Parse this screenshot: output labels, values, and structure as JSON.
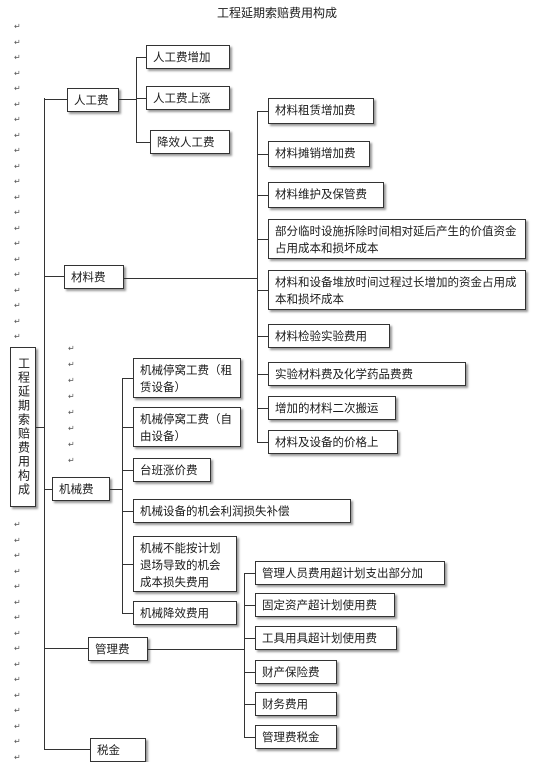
{
  "title": "工程延期索赔费用构成",
  "root": "工程延期索赔费用构成",
  "categories": {
    "labor": "人工费",
    "material": "材料费",
    "machine": "机械费",
    "management": "管理费",
    "tax": "税金"
  },
  "labor_items": [
    "人工费增加",
    "人工费上涨",
    "降效人工费"
  ],
  "material_items": [
    "材料租赁增加费",
    "材料摊销增加费",
    "材料维护及保管费",
    "部分临时设施拆除时间相对延后产生的价值资金占用成本和损坏成本",
    "材料和设备堆放时间过程过长增加的资金占用成本和损坏成本",
    "材料检验实验费用",
    "实验材料费及化学药品费费",
    "增加的材料二次搬运",
    "材料及设备的价格上"
  ],
  "machine_items": [
    "机械停窝工费（租赁设备）",
    "机械停窝工费（自由设备）",
    "台班涨价费",
    "机械设备的机会利润损失补偿",
    "机械不能按计划退场导致的机会成本损失费用",
    "机械降效费用"
  ],
  "management_items": [
    "管理人员费用超计划支出部分加",
    "固定资产超计划使用费",
    "工具用具超计划使用费",
    "财产保险费",
    "财务费用",
    "管理费税金"
  ]
}
